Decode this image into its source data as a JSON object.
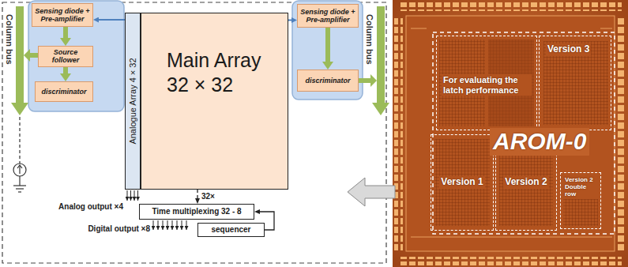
{
  "diagram": {
    "nodes": [
      {
        "text": [
          "Sensing diode + Pre-amplifier"
        ]
      },
      {
        "text": [
          "Source follower"
        ]
      },
      {
        "text": [
          "discriminator"
        ]
      },
      {
        "text": [
          "Analogue Array 4 × 32"
        ]
      },
      {
        "text": [
          "Main Array 32 × 32"
        ]
      },
      {
        "text": [
          "Sensing diode + Pre-amplifier"
        ]
      },
      {
        "text": [
          "discriminator"
        ]
      },
      {
        "text": [
          "Time multiplexing 32 - 8"
        ]
      },
      {
        "text": [
          "sequencer"
        ]
      },
      {
        "text": [
          "For evaluating the latch performance"
        ]
      },
      {
        "text": [
          "Version 3"
        ]
      },
      {
        "text": [
          "Version 1"
        ]
      },
      {
        "text": [
          "Version 2"
        ]
      },
      {
        "text": [
          "Version 2 Double row"
        ]
      }
    ],
    "edges": [
      {
        "from": 3,
        "to": 0,
        "arrow": "to"
      },
      {
        "from": 4,
        "to": 5,
        "arrow": "to"
      },
      {
        "from": 0,
        "to": 1,
        "arrow": "to"
      },
      {
        "from": 1,
        "to": 2,
        "arrow": "to"
      },
      {
        "from": 5,
        "to": 6,
        "arrow": "to"
      },
      {
        "from": 4,
        "to": 7,
        "arrow": "to",
        "label": "32×"
      },
      {
        "from": 8,
        "to": 7,
        "arrow": "to"
      }
    ],
    "labels": [
      "Column bus",
      "Column bus",
      "Analog output ×4",
      "Digital output ×8",
      "AROM-0"
    ]
  }
}
